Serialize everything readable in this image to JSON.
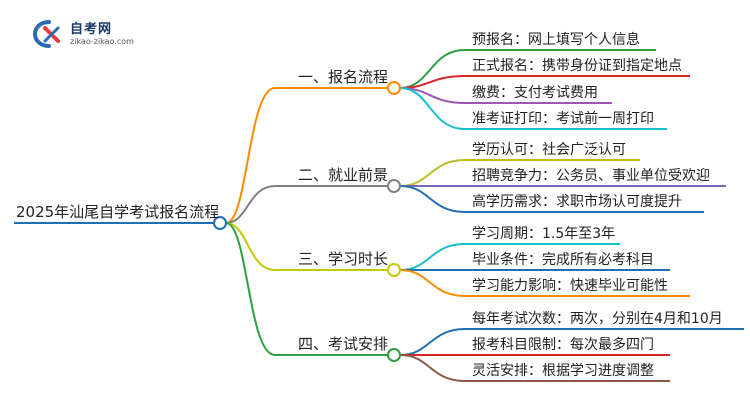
{
  "logo": {
    "title": "自考网",
    "url": "zikao-zikao.com"
  },
  "root": "2025年汕尾自学考试报名流程",
  "branches": [
    {
      "label": "一、报名流程",
      "color": "#ff8a00",
      "leaves": [
        {
          "text": "预报名：网上填写个人信息",
          "color": "#2ea043"
        },
        {
          "text": "正式报名：携带身份证到指定地点",
          "color": "#d62728"
        },
        {
          "text": "缴费：支付考试费用",
          "color": "#9b59b6"
        },
        {
          "text": "准考证打印：考试前一周打印",
          "color": "#17becf"
        }
      ]
    },
    {
      "label": "二、就业前景",
      "color": "#808080",
      "leaves": [
        {
          "text": "学历认可：社会广泛认可",
          "color": "#bcbd22"
        },
        {
          "text": "招聘竞争力：公务员、事业单位受欢迎",
          "color": "#7b68b6"
        },
        {
          "text": "高学历需求：求职市场认可度提升",
          "color": "#1f6fb4"
        }
      ]
    },
    {
      "label": "三、学习时长",
      "color": "#c8c800",
      "leaves": [
        {
          "text": "学习周期：1.5年至3年",
          "color": "#17becf"
        },
        {
          "text": "毕业条件：完成所有必考科目",
          "color": "#1f6fb4"
        },
        {
          "text": "学习能力影响：快速毕业可能性",
          "color": "#ff8a00"
        }
      ]
    },
    {
      "label": "四、考试安排",
      "color": "#2ea043",
      "leaves": [
        {
          "text": "每年考试次数：两次，分别在4月和10月",
          "color": "#1f6fb4"
        },
        {
          "text": "报考科目限制：每次最多四门",
          "color": "#d62728"
        },
        {
          "text": "灵活安排：根据学习进度调整",
          "color": "#8c564b"
        }
      ]
    }
  ]
}
